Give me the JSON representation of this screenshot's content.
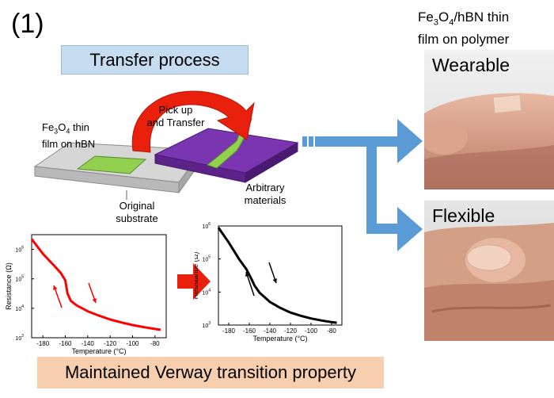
{
  "panel_label": "(1)",
  "transfer_title": "Transfer process",
  "film_on_hbn": {
    "line1_pre": "Fe",
    "sub3": "3",
    "mid": "O",
    "sub4": "4",
    "line1_post": " thin",
    "line2": "film on hBN"
  },
  "pick_up": {
    "line1": "Pick up",
    "line2": "and Transfer"
  },
  "original_substrate": {
    "line1": "Original",
    "line2": "substrate"
  },
  "arbitrary_materials": {
    "line1": "Arbitrary",
    "line2": "materials"
  },
  "film_on_polymer": {
    "pre": "Fe",
    "sub3": "3",
    "mid": "O",
    "sub4": "4",
    "post": "/hBN thin",
    "line2": "film on polymer"
  },
  "photo_labels": {
    "wearable": "Wearable",
    "flexible": "Flexible"
  },
  "bottom_title": "Maintained Verway transition property",
  "colors": {
    "transfer_box": "#c6dcf0",
    "verway_box": "#f8cfae",
    "arrow_red": "#e8200c",
    "arrow_blue": "#5b9bd5",
    "film_green": "#92d050",
    "purple": "#7030a0",
    "gray_substrate": "#d4d4d4"
  },
  "chart_data": [
    {
      "type": "line",
      "color": "#ff0000",
      "xlabel": "Temperature (°C)",
      "ylabel": "Resistance (Ω)",
      "xlim": [
        -190,
        -70
      ],
      "ylog_exp_range": [
        3,
        6.5
      ],
      "xticks": [
        "-180",
        "-160",
        "-140",
        "-120",
        "-100",
        "-80"
      ],
      "yticks": [
        {
          "base": "10",
          "exp": "3"
        },
        {
          "base": "10",
          "exp": "4"
        },
        {
          "base": "10",
          "exp": "5"
        },
        {
          "base": "10",
          "exp": "6"
        }
      ],
      "x": [
        -190,
        -180,
        -170,
        -164,
        -160,
        -158,
        -155,
        -150,
        -140,
        -130,
        -120,
        -110,
        -100,
        -90,
        -80,
        -75
      ],
      "log_y": [
        6.35,
        5.85,
        5.45,
        5.2,
        4.95,
        4.5,
        4.25,
        4.1,
        3.9,
        3.75,
        3.62,
        3.52,
        3.43,
        3.36,
        3.3,
        3.27
      ]
    },
    {
      "type": "line",
      "color": "#000000",
      "xlabel": "Temperature (°C)",
      "ylabel": "Resistance (Ω)",
      "xlim": [
        -190,
        -70
      ],
      "ylog_exp_range": [
        3,
        6
      ],
      "xticks": [
        "-180",
        "-160",
        "-140",
        "-120",
        "-100",
        "-80"
      ],
      "yticks": [
        {
          "base": "10",
          "exp": "3"
        },
        {
          "base": "10",
          "exp": "4"
        },
        {
          "base": "10",
          "exp": "5"
        },
        {
          "base": "10",
          "exp": "6"
        }
      ],
      "x": [
        -190,
        -180,
        -170,
        -163,
        -158,
        -155,
        -150,
        -140,
        -130,
        -120,
        -110,
        -100,
        -90,
        -80,
        -75
      ],
      "log_y": [
        5.95,
        5.5,
        5.0,
        4.7,
        4.4,
        4.2,
        3.98,
        3.7,
        3.52,
        3.38,
        3.28,
        3.2,
        3.14,
        3.09,
        3.07
      ]
    }
  ]
}
